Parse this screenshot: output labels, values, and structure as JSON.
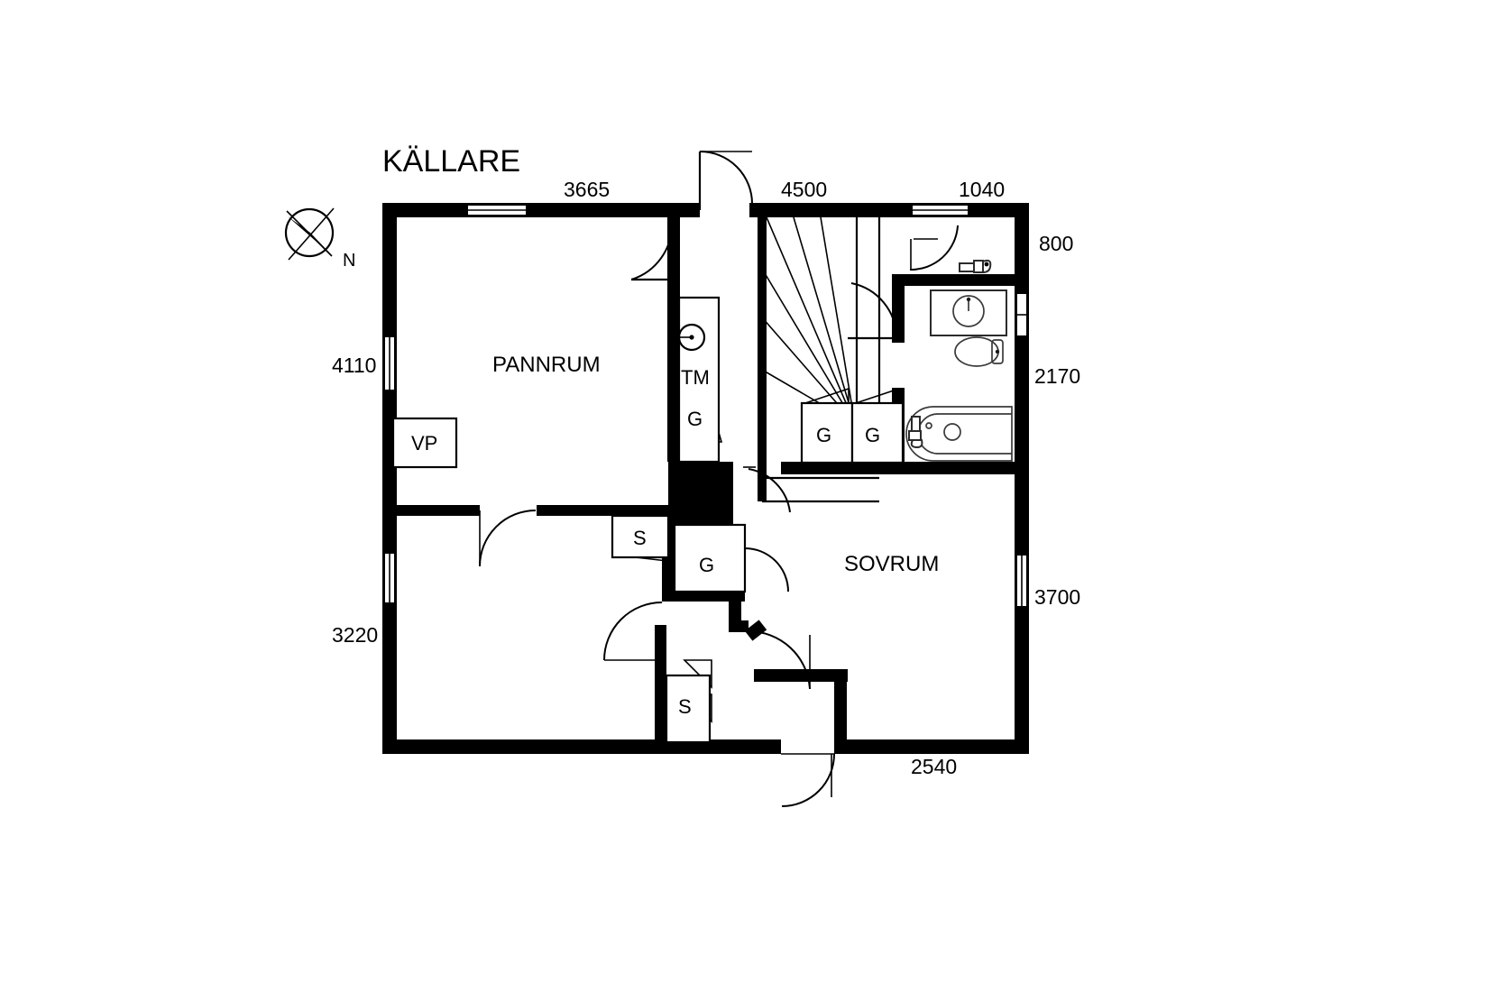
{
  "plan": {
    "title": "KÄLLARE",
    "compass": {
      "north_label": "N",
      "icon": "compass-rose-icon"
    },
    "stroke_color": "#000000",
    "background_color": "#ffffff"
  },
  "dimensions": {
    "top": [
      {
        "name": "dim-top-3665",
        "value": "3665"
      },
      {
        "name": "dim-top-4500",
        "value": "4500"
      },
      {
        "name": "dim-top-1040",
        "value": "1040"
      }
    ],
    "right": [
      {
        "name": "dim-right-800",
        "value": "800"
      },
      {
        "name": "dim-right-2170",
        "value": "2170"
      },
      {
        "name": "dim-right-3700",
        "value": "3700"
      }
    ],
    "left": [
      {
        "name": "dim-left-4110",
        "value": "4110"
      },
      {
        "name": "dim-left-3220",
        "value": "3220"
      }
    ],
    "bottom": [
      {
        "name": "dim-bottom-2540",
        "value": "2540"
      }
    ]
  },
  "rooms": [
    {
      "name": "room-pannrum",
      "label": "PANNRUM"
    },
    {
      "name": "room-sovrum",
      "label": "SOVRUM"
    }
  ],
  "fixtures": [
    {
      "name": "heat-pump-vp",
      "label": "VP"
    },
    {
      "name": "washing-machine-tm",
      "label": "TM"
    },
    {
      "name": "wardrobe-g-hall",
      "label": "G"
    },
    {
      "name": "wardrobe-g-bedroom-left",
      "label": "G"
    },
    {
      "name": "wardrobe-g-bedroom-right",
      "label": "G"
    },
    {
      "name": "wardrobe-g-corridor",
      "label": "G"
    },
    {
      "name": "closet-s-upper",
      "label": "S"
    },
    {
      "name": "closet-s-lower",
      "label": "S"
    }
  ],
  "bath_fixtures": [
    {
      "name": "sink-vanity-icon"
    },
    {
      "name": "toilet-icon"
    },
    {
      "name": "bathtub-icon"
    },
    {
      "name": "faucet-icon"
    }
  ],
  "stair": {
    "name": "winder-staircase",
    "tread_count": 7
  }
}
